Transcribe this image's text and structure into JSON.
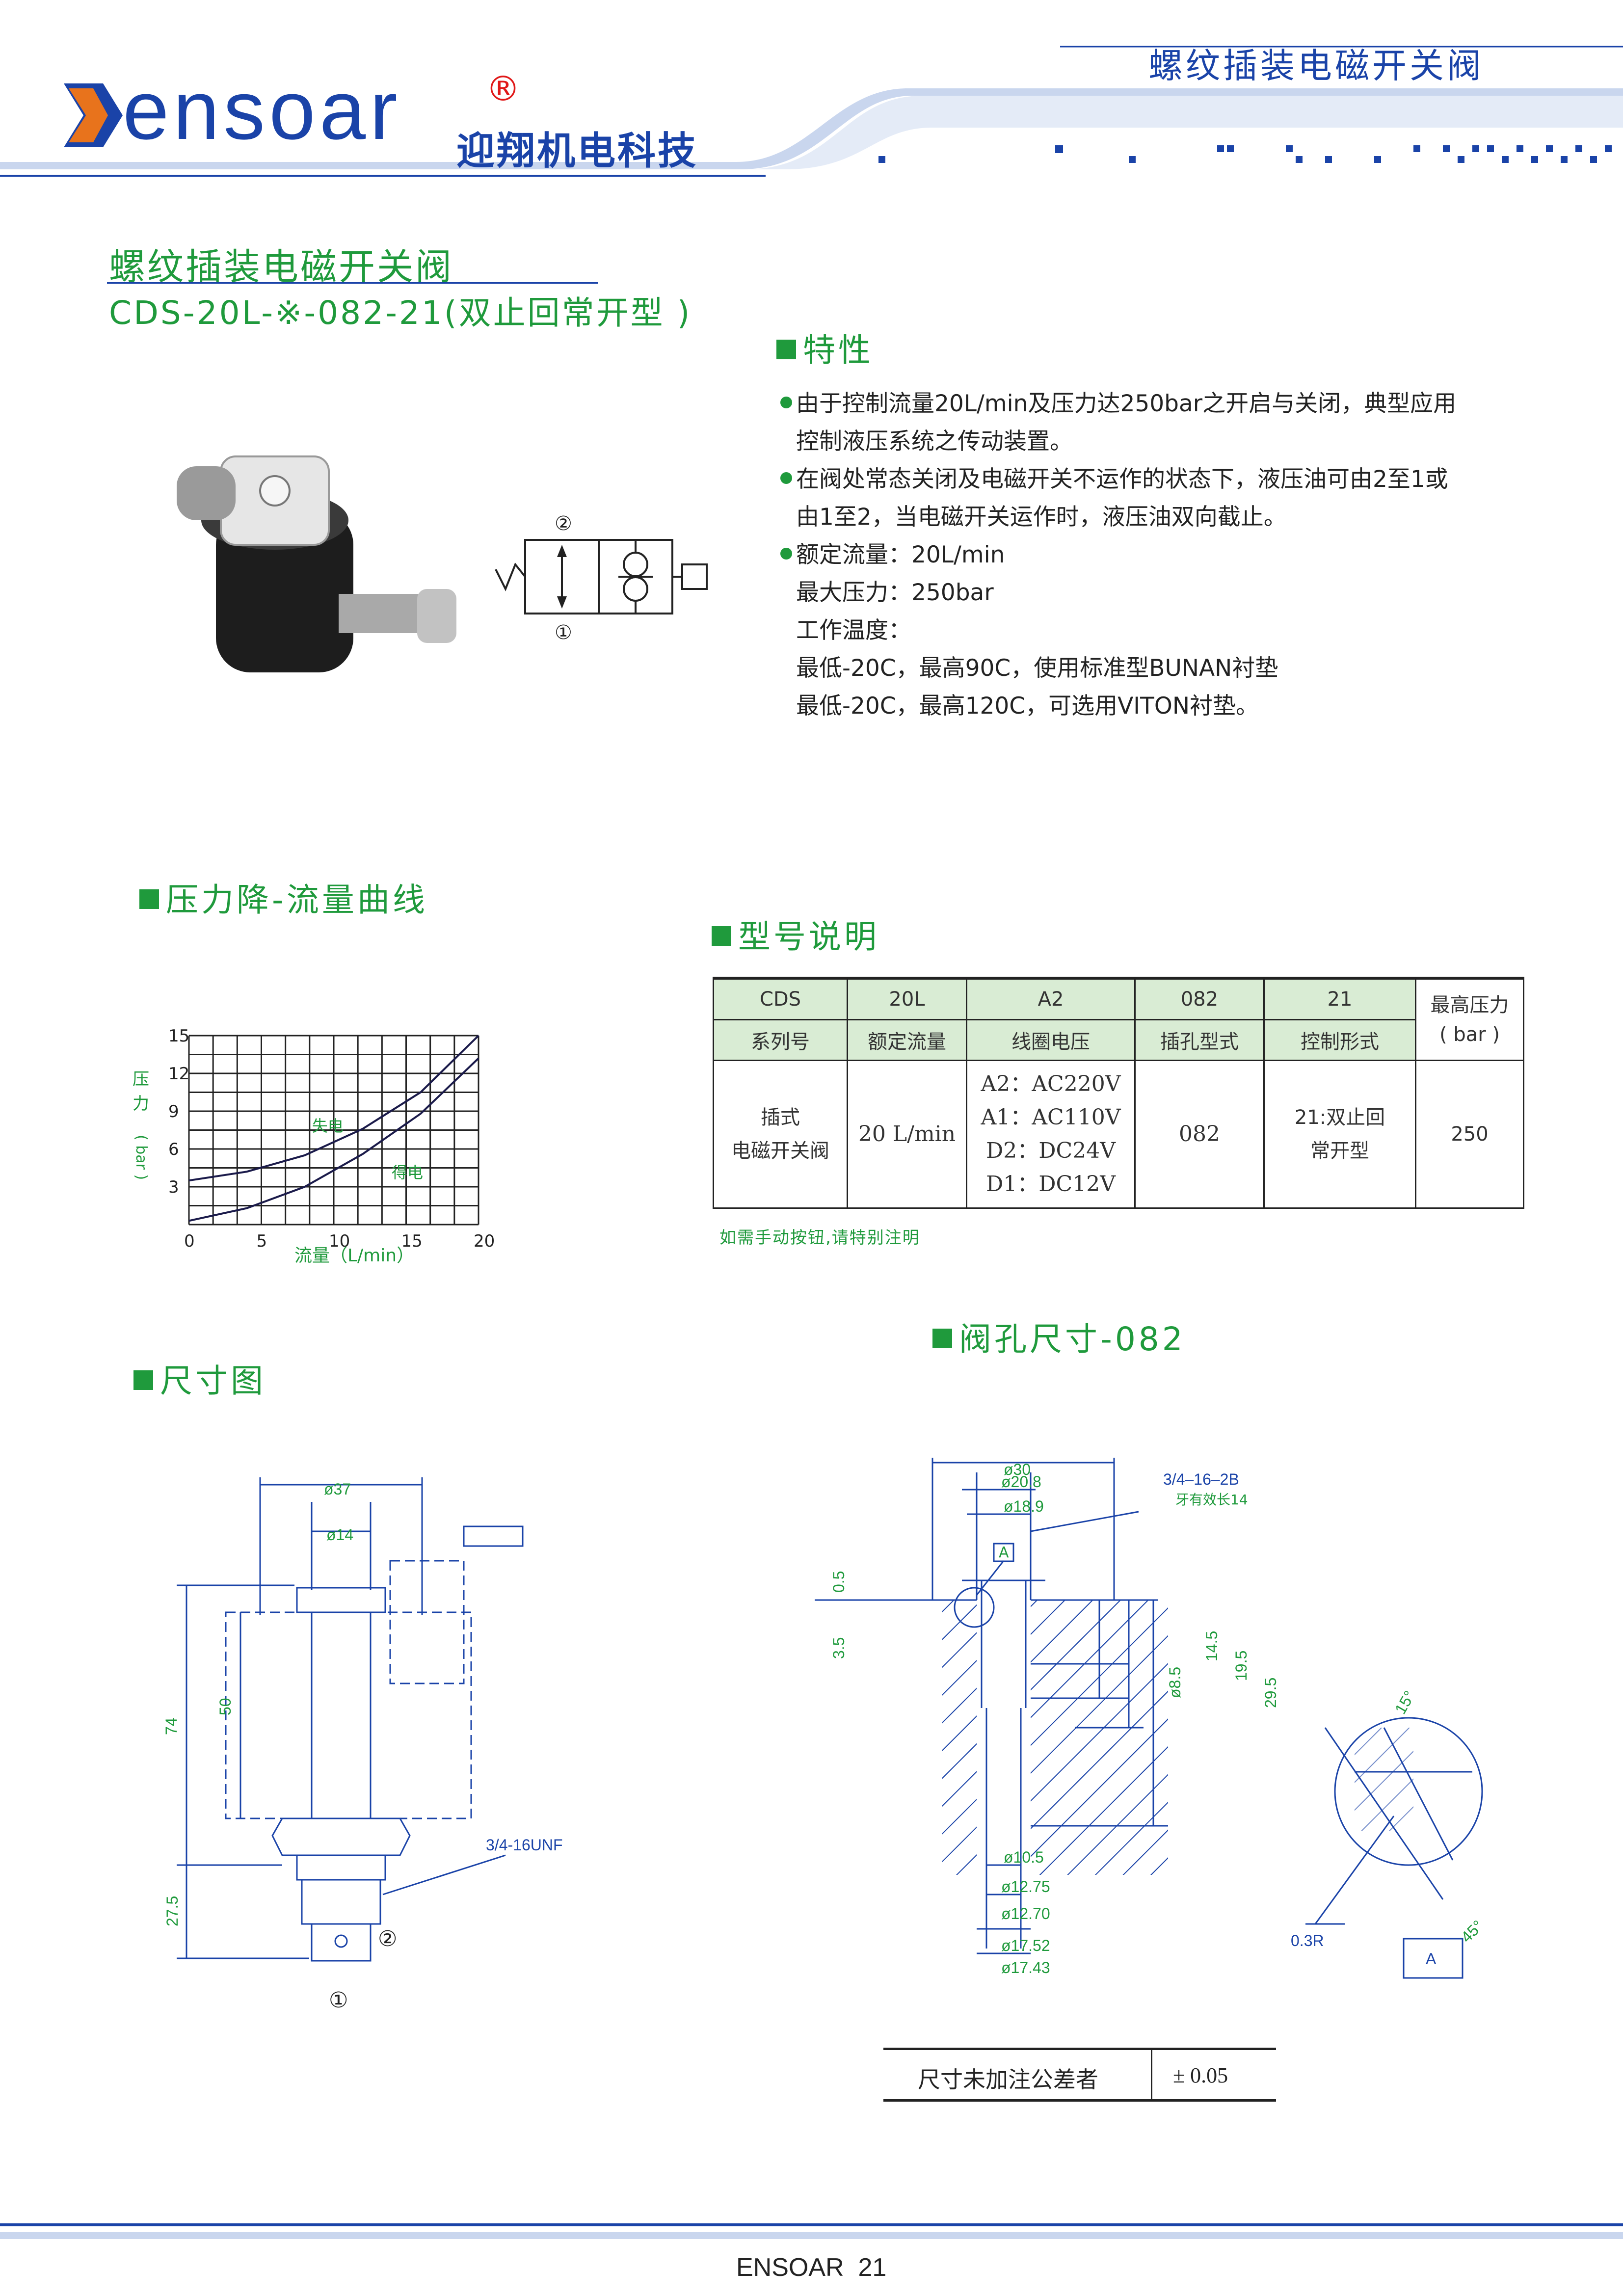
{
  "header": {
    "brand": "ensoar",
    "registered": "®",
    "company": "迎翔机电科技",
    "category": "螺纹插装电磁开关阀"
  },
  "product": {
    "title": "螺纹插装电磁开关阀",
    "model": "CDS-20L-※-082-21(双止回常开型 )"
  },
  "symbol": {
    "port2": "②",
    "port1": "①"
  },
  "features": {
    "title": "特性",
    "lines": [
      "由于控制流量20L/min及压力达250bar之开启与关闭，典型应用",
      "控制液压系统之传动装置。",
      "在阀处常态关闭及电磁开关不运作的状态下，液压油可由2至1或",
      "由1至2，当电磁开关运作时，液压油双向截止。",
      "额定流量：20L/min",
      "最大压力：250bar",
      "工作温度：",
      "最低-20C，最高90C，使用标准型BUNAN衬垫",
      "最低-20C，最高120C，可选用VITON衬垫。"
    ]
  },
  "pressure_chart": {
    "title": "压力降-流量曲线"
  },
  "chart_data": {
    "type": "line",
    "xlabel": "流量（L/min）",
    "ylabel": "压力（bar）",
    "xlim": [
      0,
      20
    ],
    "ylim": [
      0,
      15
    ],
    "x_ticks": [
      "0",
      "5",
      "10",
      "15",
      "20"
    ],
    "y_ticks": [
      "3",
      "6",
      "9",
      "12",
      "15"
    ],
    "grid": true,
    "series": [
      {
        "name": "失电",
        "x": [
          0,
          4,
          8,
          12,
          16,
          20
        ],
        "y": [
          3.5,
          4.2,
          5.5,
          7.6,
          10.5,
          15
        ]
      },
      {
        "name": "得电",
        "x": [
          0,
          4,
          8,
          12,
          16,
          20
        ],
        "y": [
          0.3,
          1.3,
          3.0,
          5.6,
          8.8,
          13.2
        ]
      }
    ]
  },
  "model_desc": {
    "title": "型号说明",
    "header_codes": [
      "CDS",
      "20L",
      "A2",
      "082",
      "21"
    ],
    "header_names": [
      "系列号",
      "额定流量",
      "线圈电压",
      "插孔型式",
      "控制形式"
    ],
    "max_pressure_header": [
      "最高压力",
      "( bar )"
    ],
    "body": {
      "series": [
        "插式",
        "电磁开关阀"
      ],
      "flow": "20 L/min",
      "voltages": [
        "A2：AC220V",
        "A1：AC110V",
        "D2：DC24V",
        "D1：DC12V"
      ],
      "cavity": "082",
      "control": [
        "21:双止回",
        "常开型"
      ],
      "pressure": "250"
    },
    "note": "如需手动按钮,请特别注明"
  },
  "dimensions": {
    "title": "尺寸图",
    "d37": "ø37",
    "d14": "ø14",
    "h74": "74",
    "h50": "50",
    "h27": "27.5",
    "thread": "3/4-16UNF",
    "port2": "②",
    "port1": "①"
  },
  "cavity": {
    "title": "阀孔尺寸-082",
    "d30": "ø30",
    "d208": "ø20.8",
    "d189": "ø18.9",
    "thread": "3/4–16–2B",
    "thread_note": "牙有效长14",
    "datum": "A",
    "v05": "0.5",
    "v35": "3.5",
    "d85": "ø8.5",
    "v145": "14.5",
    "v195": "19.5",
    "v295": "29.5",
    "d105": "ø10.5",
    "d1275": "ø12.75",
    "d1270": "ø12.70",
    "d1752": "ø17.52",
    "d1743": "ø17.43",
    "a15": "15°",
    "a45": "45°",
    "r03": "0.3R",
    "detail_label": "A"
  },
  "tolerance": {
    "label": "尺寸未加注公差者",
    "value": "± 0.05"
  },
  "footer": {
    "text": "ENSOAR  21"
  }
}
